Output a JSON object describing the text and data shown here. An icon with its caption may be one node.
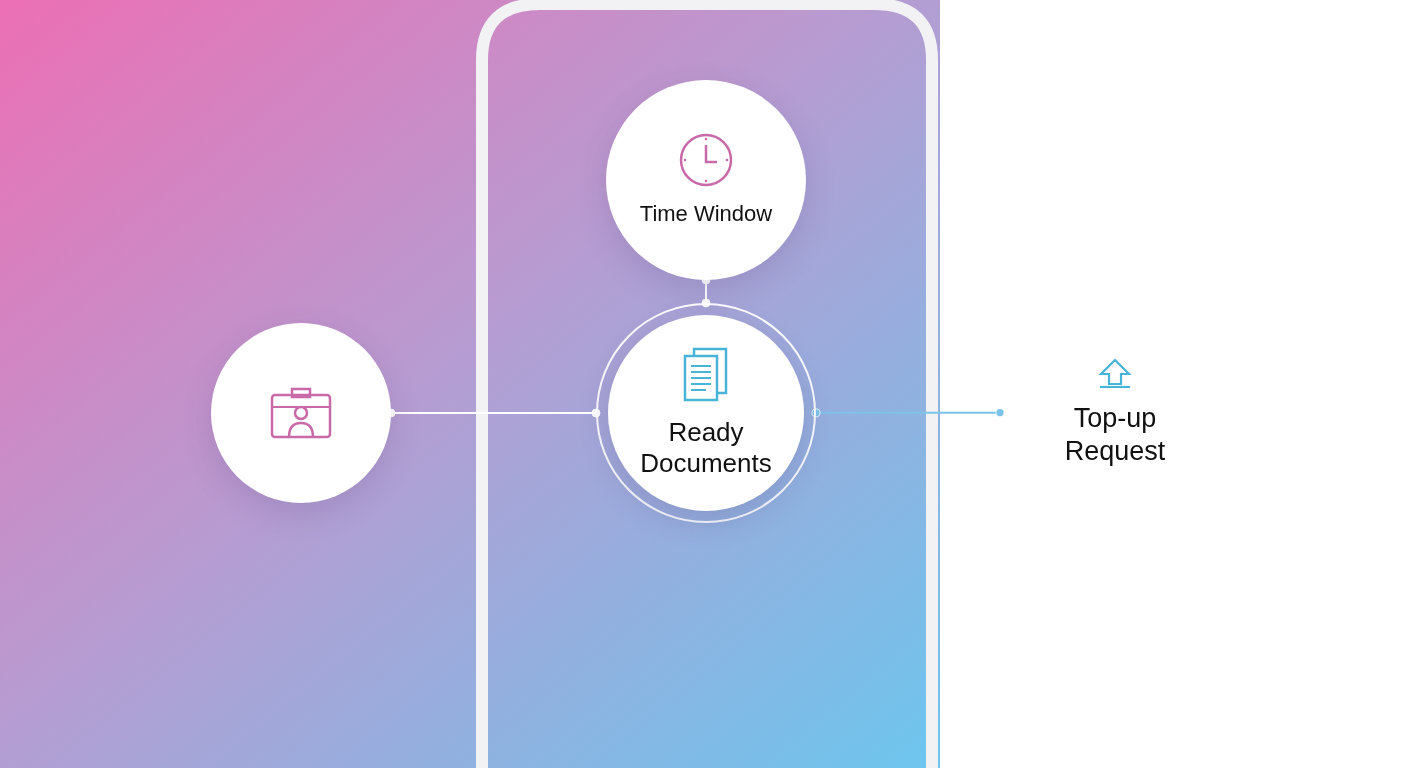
{
  "diagram": {
    "nodes": [
      {
        "text": [],
        "shape": "circle"
      },
      {
        "text": [
          "Time Window"
        ]
      },
      {
        "text": [
          "Ready Documents"
        ]
      },
      {
        "text": [
          "Top-up Request"
        ]
      }
    ],
    "edges": [
      {
        "from": 0,
        "to": 2,
        "arrow": "other"
      },
      {
        "from": 1,
        "to": 2,
        "arrow": "other"
      },
      {
        "from": 2,
        "to": 3,
        "arrow": "other",
        "color": "#7cc3e8"
      }
    ]
  }
}
